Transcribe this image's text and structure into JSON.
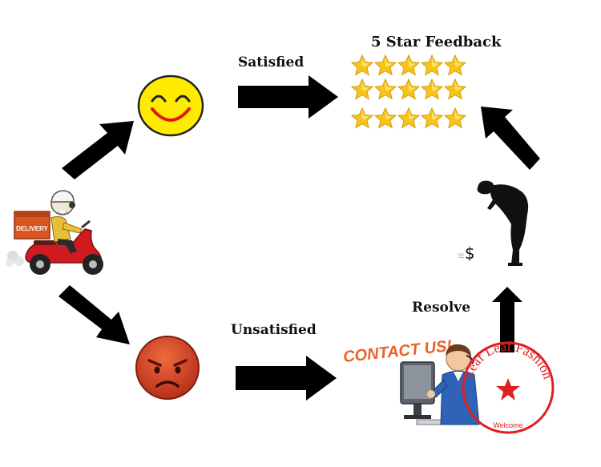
{
  "labels": {
    "feedback_title": "5 Star Feedback",
    "satisfied": "Satisfied",
    "unsatisfied": "Unsatisfied",
    "resolve": "Resolve",
    "contact_us": "CONTACT US!",
    "dollar": "$",
    "delivery_box": "DELIVERY"
  },
  "stamp": {
    "brand": "Leaf Leaf Fashion",
    "sub": "Welcome"
  },
  "rating": {
    "stars_per_row": 5,
    "rows": 3
  },
  "colors": {
    "arrow": "#000000",
    "happy_face": "#ffeb00",
    "sad_face": "#d84a2a",
    "star": "#f5c518",
    "contact_text": "#e8622a",
    "stamp": "#e02020"
  }
}
